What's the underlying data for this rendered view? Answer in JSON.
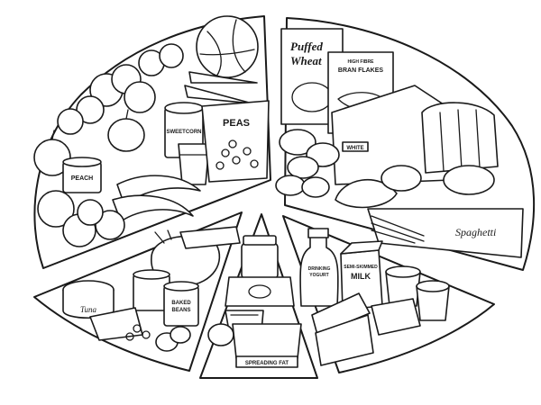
{
  "image": {
    "style": "black-and-white line drawing",
    "subject": "food plate divided into five food-group segments",
    "colors": {
      "ink": "#1a1a1a",
      "paper": "#ffffff"
    }
  },
  "labels": {
    "puffed_wheat_line1": "Puffed",
    "puffed_wheat_line2": "Wheat",
    "bran_flakes_top": "HIGH FIBRE",
    "bran_flakes": "BRAN FLAKES",
    "white_bread": "WHITE",
    "spaghetti": "Spaghetti",
    "peas": "PEAS",
    "sweetcorn": "SWEETCORN",
    "peach": "PEACH",
    "drinking_yogurt_line1": "DRINKING",
    "drinking_yogurt_line2": "YOGURT",
    "milk_top": "SEMI-SKIMMED",
    "milk": "MILK",
    "tuna": "Tuna",
    "baked_beans_line1": "BAKED",
    "baked_beans_line2": "BEANS",
    "spreading_fat": "SPREADING FAT"
  }
}
